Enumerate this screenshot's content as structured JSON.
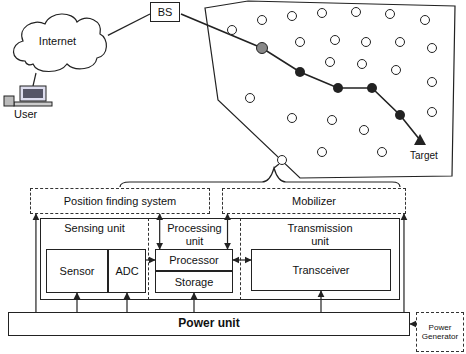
{
  "diagram": {
    "nodes": [
      {
        "text": [
          "Internet"
        ]
      },
      {
        "text": [
          "BS"
        ]
      },
      {
        "text": [
          "Position finding system"
        ]
      },
      {
        "text": [
          "Mobilizer"
        ]
      },
      {
        "text": [
          "Sensing unit"
        ]
      },
      {
        "text": [
          "Sensor"
        ],
        "in": 4
      },
      {
        "text": [
          "ADC"
        ],
        "in": 4
      },
      {
        "text": [
          "Processing unit"
        ]
      },
      {
        "text": [
          "Processor"
        ],
        "in": 7
      },
      {
        "text": [
          "Storage"
        ],
        "in": 7
      },
      {
        "text": [
          "Transmission unit"
        ]
      },
      {
        "text": [
          "Transceiver"
        ],
        "in": 10
      },
      {
        "text": [
          "Power unit"
        ]
      },
      {
        "text": [
          "Power Generator"
        ]
      }
    ],
    "edges": [
      {
        "from": 1,
        "to": 0,
        "arrow": "none"
      },
      {
        "from": 6,
        "to": 8,
        "arrow": "to"
      },
      {
        "from": 8,
        "to": 11,
        "arrow": "both"
      },
      {
        "from": 2,
        "to": 8,
        "arrow": "both"
      },
      {
        "from": 3,
        "to": 8,
        "arrow": "both"
      },
      {
        "from": 12,
        "to": 5,
        "arrow": "to"
      },
      {
        "from": 12,
        "to": 6,
        "arrow": "to"
      },
      {
        "from": 12,
        "to": 9,
        "arrow": "to"
      },
      {
        "from": 12,
        "to": 11,
        "arrow": "to"
      },
      {
        "from": 12,
        "to": 2,
        "arrow": "to"
      },
      {
        "from": 12,
        "to": 3,
        "arrow": "to"
      },
      {
        "from": 13,
        "to": 12,
        "arrow": "to"
      }
    ],
    "labels": [
      "User",
      "Target"
    ]
  }
}
